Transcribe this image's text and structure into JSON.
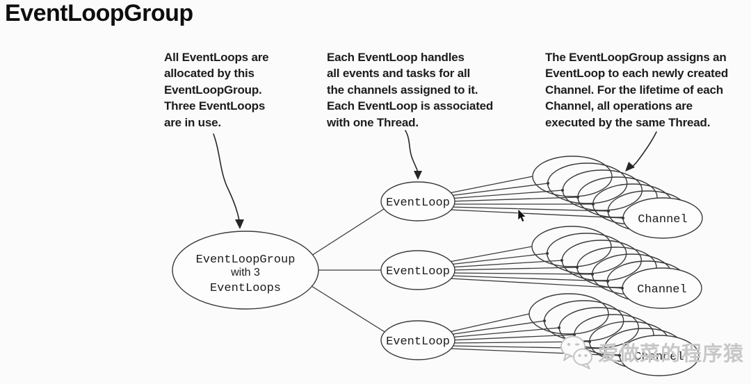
{
  "page": {
    "title": "EventLoopGroup"
  },
  "annotations": [
    {
      "target": "eventloopgroup",
      "lines": [
        "All EventLoops are",
        "allocated by this",
        "EventLoopGroup.",
        "Three EventLoops",
        "are in use."
      ]
    },
    {
      "target": "eventloop",
      "lines": [
        "Each EventLoop handles",
        "all events and tasks for all",
        "the channels assigned to it.",
        "Each EventLoop is associated",
        "with one Thread."
      ]
    },
    {
      "target": "channel-stack",
      "lines": [
        "The EventLoopGroup assigns an",
        "EventLoop to each newly created",
        "Channel. For the lifetime of each",
        "Channel, all operations are",
        "executed by the same Thread."
      ]
    }
  ],
  "diagram": {
    "group_node": {
      "title": "EventLoopGroup",
      "subtitle": "with 3",
      "subtitle2": "EventLoops"
    },
    "eventloop_label": "EventLoop",
    "channel_label": "Channel",
    "eventloop_count": 3,
    "channels_per_eventloop": 7,
    "line_color": "#3a3a3a"
  },
  "watermark": {
    "text": "爱做菜的程序猿",
    "icon": "wechat-icon"
  }
}
